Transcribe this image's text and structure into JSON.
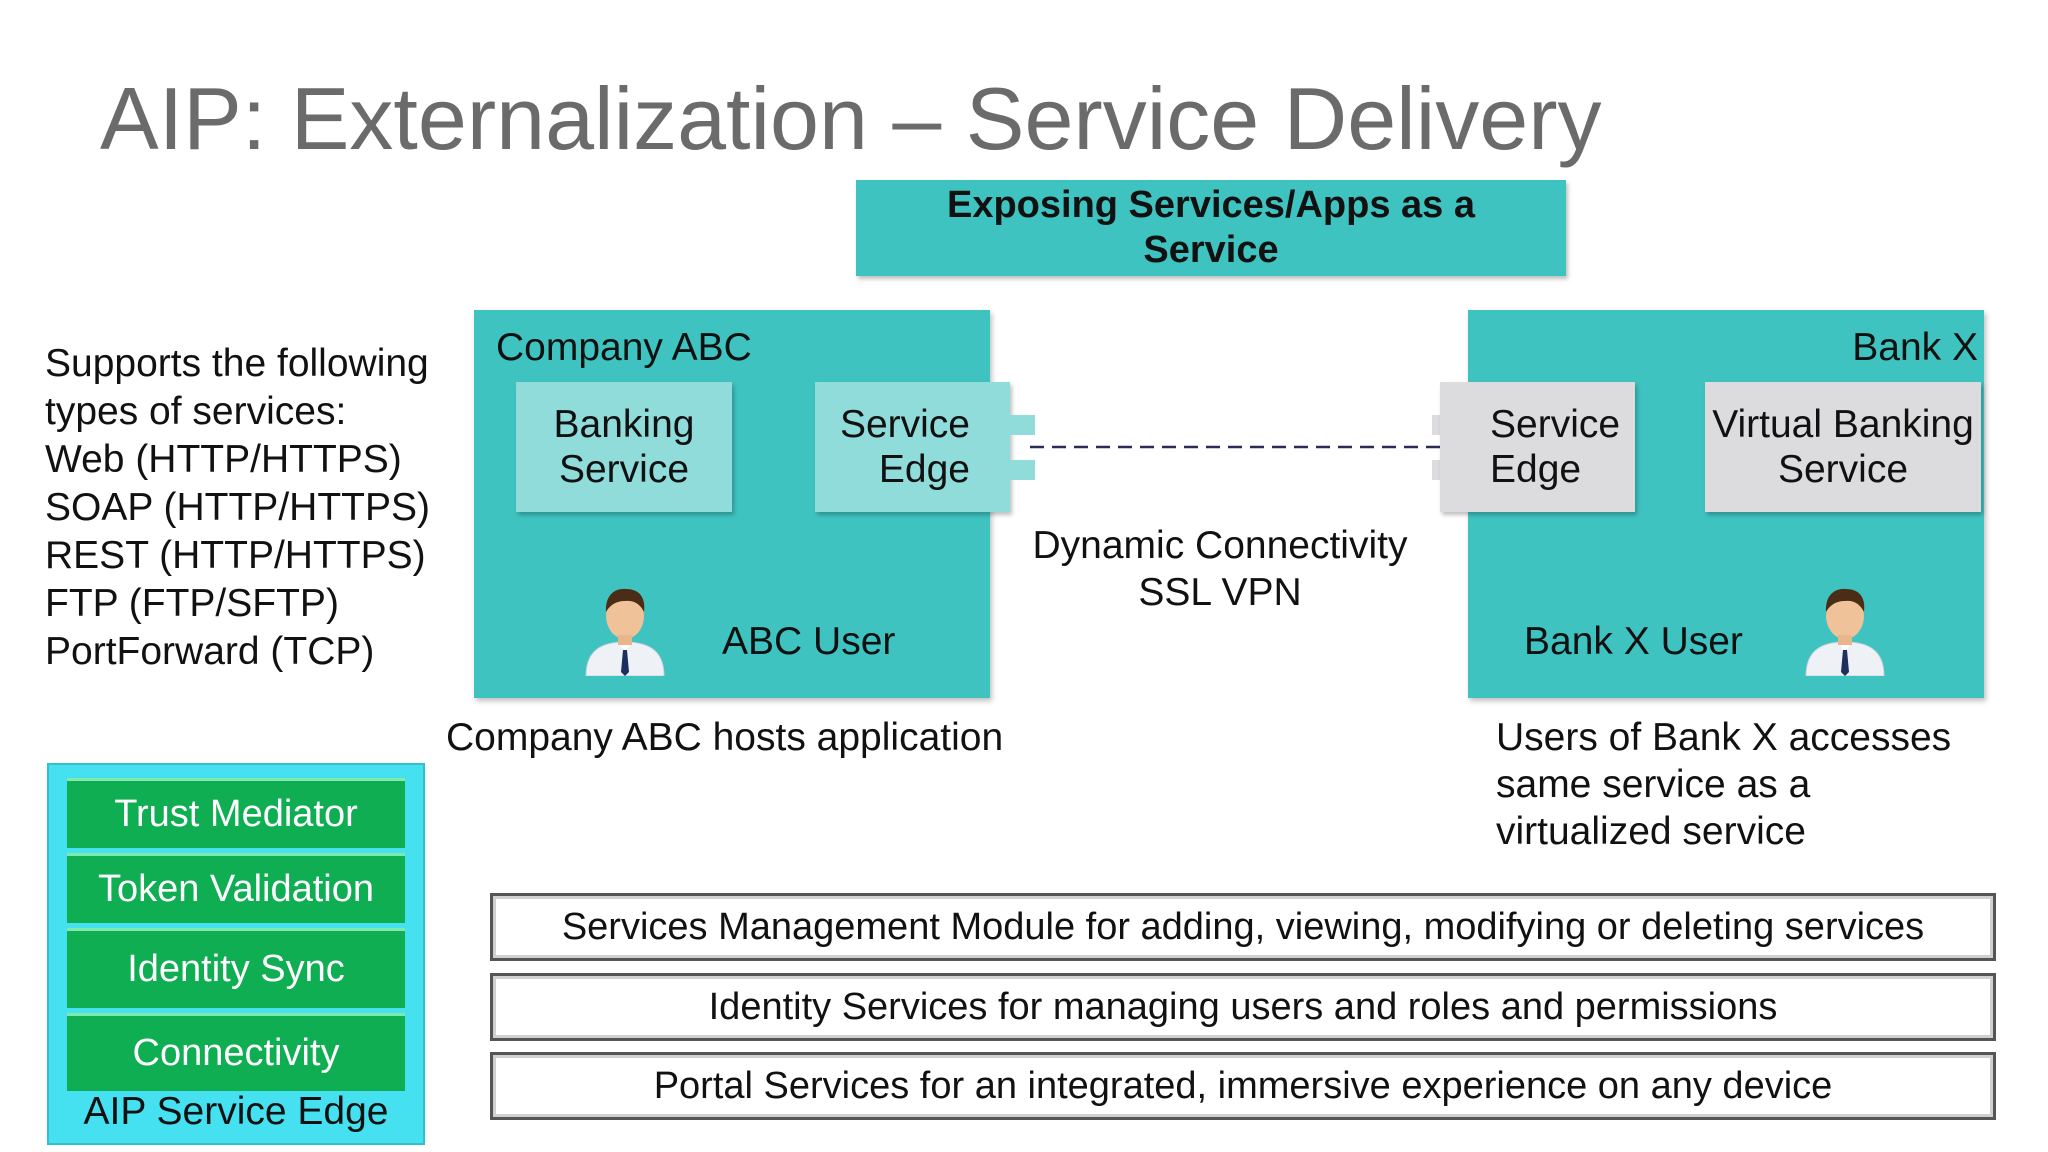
{
  "title": "AIP: Externalization – Service Delivery",
  "headline": [
    "Exposing Services/Apps as a",
    "Service"
  ],
  "supported_services": {
    "heading": [
      "Supports the following",
      "types of services:"
    ],
    "items": [
      "Web (HTTP/HTTPS)",
      "SOAP (HTTP/HTTPS)",
      "REST (HTTP/HTTPS)",
      "FTP (FTP/SFTP)",
      "PortForward (TCP)"
    ]
  },
  "company": {
    "label": "Company ABC",
    "banking_service": [
      "Banking",
      "Service"
    ],
    "service_edge": [
      "Service",
      "Edge"
    ],
    "user_label": "ABC User",
    "caption": "Company ABC hosts application"
  },
  "connectivity": [
    "Dynamic Connectivity",
    "SSL VPN"
  ],
  "bank": {
    "label": "Bank X",
    "service_edge": [
      "Service",
      "Edge"
    ],
    "virtual_service": [
      "Virtual Banking",
      "Service"
    ],
    "user_label": "Bank X User",
    "caption": [
      "Users of Bank X accesses",
      "same service as a",
      "virtualized service"
    ]
  },
  "aip_service_edge": {
    "items": [
      "Trust Mediator",
      "Token Validation",
      "Identity Sync",
      "Connectivity"
    ],
    "label": "AIP Service Edge"
  },
  "modules": [
    "Services Management Module for adding, viewing, modifying or deleting services",
    "Identity Services for managing users and roles and permissions",
    "Portal Services for an integrated, immersive experience on any device"
  ],
  "colors": {
    "teal": "#3fc3c0",
    "light_teal": "#8fdcda",
    "grey_card": "#dcdcde",
    "green": "#0fae52",
    "cyan_panel": "#45e1f0",
    "title_grey": "#6b6b6b"
  },
  "icons": [
    "user-icon"
  ]
}
